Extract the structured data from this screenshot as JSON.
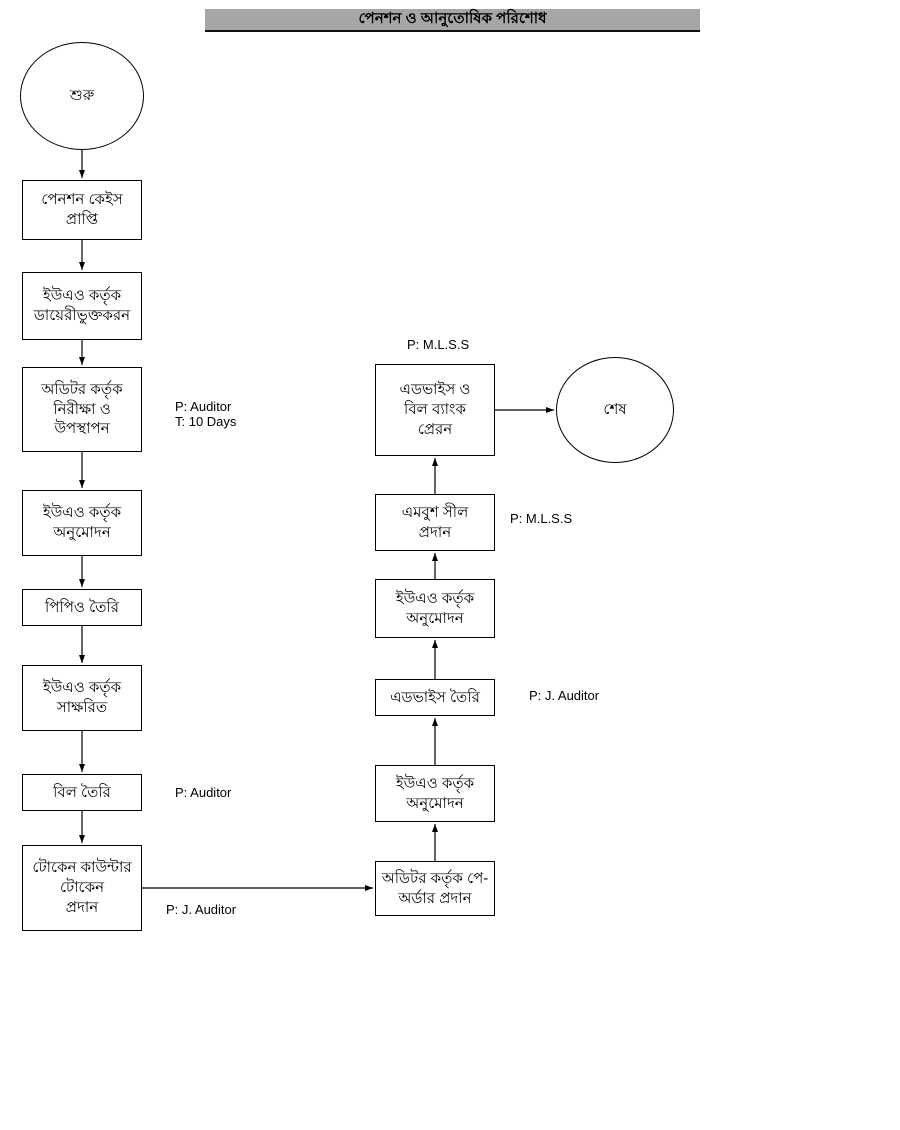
{
  "title": "পেনশন ও আনুতোষিক পরিশোধ",
  "colors": {
    "title_bar_bg": "#a6a6a6",
    "node_border": "#000000",
    "arrow": "#000000",
    "background": "#ffffff"
  },
  "nodes": {
    "start": "শুরু",
    "end": "শেষ",
    "left": [
      "পেনশন কেইস\nপ্রাপ্তি",
      "ইউএও কর্তৃক\nডায়েরীভুক্তকরন",
      "অডিটর কর্তৃক\nনিরীক্ষা ও\nউপস্থাপন",
      "ইউএও কর্তৃক\nঅনুমোদন",
      "পিপিও তৈরি",
      "ইউএও কর্তৃক\nসাক্ষরিত",
      "বিল তৈরি",
      "টোকেন কাউন্টার\nটোকেন\nপ্রদান"
    ],
    "right": [
      "অডিটর কর্তৃক পে-\nঅর্ডার প্রদান",
      "ইউএও কর্তৃক\nঅনুমোদন",
      "এডভাইস তৈরি",
      "ইউএও কর্তৃক\nঅনুমোদন",
      "এমবুশ সীল\nপ্রদান",
      "এডভাইস ও\nবিল ব্যাংক\nপ্রেরন"
    ]
  },
  "annotations": {
    "auditor_10days": "P: Auditor\nT: 10 Days",
    "auditor_bill": "P: Auditor",
    "j_auditor_token": "P: J. Auditor",
    "mlss_top": "P: M.L.S.S",
    "mlss_seal": "P: M.L.S.S",
    "j_auditor_advice": "P: J. Auditor"
  }
}
